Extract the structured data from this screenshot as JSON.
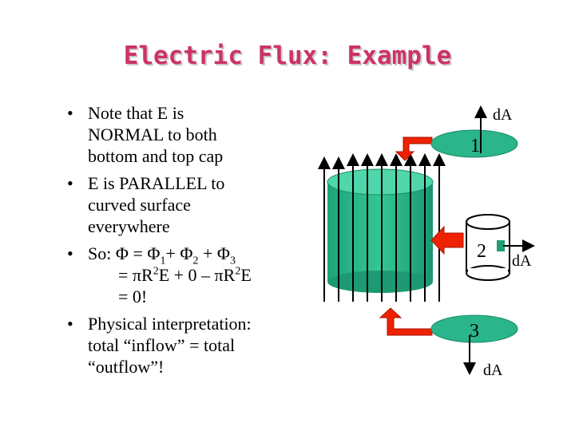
{
  "title": "Electric Flux: Example",
  "bullets": [
    {
      "lines": [
        "Note that E is",
        "NORMAL to both",
        "bottom and top cap"
      ]
    },
    {
      "lines": [
        "E is PARALLEL to",
        "curved surface",
        "everywhere"
      ]
    },
    {
      "so_label": "So:",
      "phi": "Φ",
      "equals": "=",
      "plus": "+",
      "phi1_sub": "1",
      "phi2_sub": "2",
      "phi3_sub": "3",
      "line2": {
        "eq": "= πR",
        "sup1": "2",
        "mid": "E + 0 – πR",
        "sup2": "2",
        "end": "E"
      },
      "line3": "= 0!"
    },
    {
      "lines": [
        "Physical interpretation:",
        "total “inflow” = total",
        "“outflow”!"
      ]
    }
  ],
  "bullet_glyph": "•",
  "diagram": {
    "label_1": "1",
    "label_2": "2",
    "label_3": "3",
    "dA_top": "dA",
    "dA_side": "dA",
    "dA_bottom": "dA",
    "colors": {
      "cylinder": "#2ab58a",
      "cylinder_light": "#46d1a6",
      "arrow_red": "#ee2200",
      "arrow_red_dark": "#aa1100",
      "accent": "#1f9f74"
    }
  }
}
